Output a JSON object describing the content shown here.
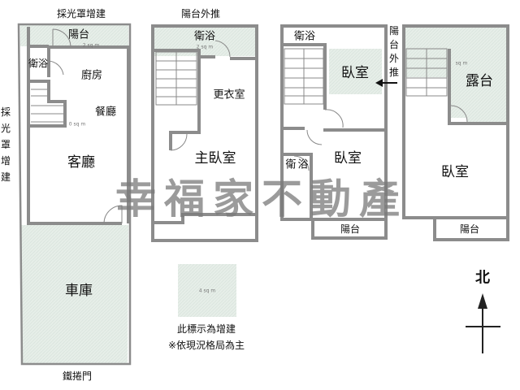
{
  "colors": {
    "extension_fill": "#e6eee8",
    "wall": "#8c8c8c",
    "watermark": "#7a7a7a"
  },
  "watermark": "幸福家不動產",
  "floor1": {
    "top_note": "採光罩增建",
    "side_note": [
      "採",
      "光",
      "罩",
      "增",
      "建"
    ],
    "balcony": "陽台",
    "bathroom": "衛浴",
    "kitchen": "廚房",
    "dining": "餐廳",
    "living": "客廳",
    "garage": "車庫",
    "garage_door": "鐵捲門",
    "area_a": "2 sq m",
    "area_b": "0 sq m"
  },
  "floor2": {
    "top_note": "陽台外推",
    "bathroom": "衛浴",
    "closet": "更衣室",
    "master_bedroom": "主臥室",
    "area_a": "2 sq m"
  },
  "floor3": {
    "bathroom_top": "衛浴",
    "bedroom_front": "臥室",
    "bedroom_back": "臥室",
    "bathroom_side": [
      "衛",
      "浴"
    ],
    "balcony": "陽台",
    "side_note": [
      "陽",
      "台",
      "外",
      "推"
    ]
  },
  "floor4": {
    "terrace": "露台",
    "bedroom": "臥室",
    "balcony": "陽台",
    "area_a": "sq m"
  },
  "legend": {
    "swatch_area": "4 sq m",
    "line1": "此標示為增建",
    "line2": "※依現況格局為主"
  },
  "compass": {
    "north": "北"
  }
}
